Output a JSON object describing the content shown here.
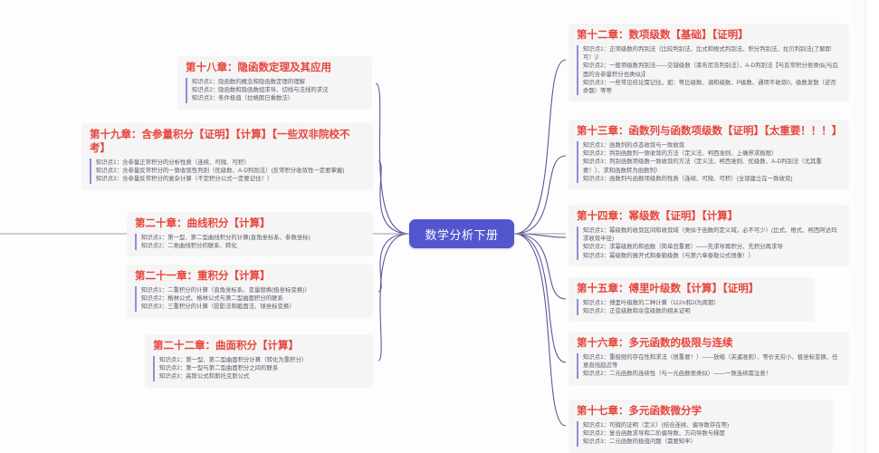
{
  "mindmap": {
    "center": {
      "label": "数学分析下册"
    },
    "theme": {
      "center_bg": "#5356cf",
      "center_text": "#ffffff",
      "card_bg": "#f5f5f5",
      "title_color": "#e8453c",
      "bullet_border": "#8e8fd0",
      "edge_color": "#5d55a0",
      "canvas_bg": "#fdfdfd"
    },
    "left_branches": [
      {
        "title": "第十八章：隐函数定理及其应用",
        "points": [
          "知识点1：隐函数的概念和隐函数定理的理解",
          "知识点2：隐函数和隐函数组求导、切线与法线的求法",
          "知识点3：条件极值（拉格朗日乘数法）"
        ]
      },
      {
        "title": "第十九章：含参量积分【证明】【计算】【一些双非院校不考】",
        "points": [
          "知识点1：含参量正常积分的分析性质（连续、可微、可积）",
          "知识点2：含参量反常积分的一致收敛性判别（优级数、A-D判别法）(反常积分收敛性一定要掌握)",
          "知识点3：含参量反常积分的复杂计算（不定积分公式一定要记住！）"
        ]
      },
      {
        "title": "第二十章：曲线积分【计算】",
        "points": [
          "知识点1：第一型、第二型曲线积分的计算(直角坐标系、参数坐标)",
          "知识点2：二类曲线积分的联系、转化"
        ]
      },
      {
        "title": "第二十一章：重积分【计算】",
        "points": [
          "知识点1：二重积分的计算（直角坐标系、变量替换(极坐标变换)）",
          "知识点2：格林公式、格林公式与第二型曲面积分的联系",
          "知识点3：三重积分的计算（投影法和截面法、球坐标变换）"
        ]
      },
      {
        "title": "第二十二章：曲面积分【计算】",
        "points": [
          "知识点1：第一型、第二型曲面积分计算（转化为重积分）",
          "知识点2：第一型与第二型曲面积分之间的联系",
          "知识点3：高斯公式和斯托克斯公式"
        ]
      }
    ],
    "right_branches": [
      {
        "title": "第十二章：数项级数【基础】【证明】",
        "points": [
          "知识点1：正项级数的判别法（比较判别法、比式和根式判别法、积分判别法、拉贝判别法(了解即可！)）",
          "知识点2：一般项级数判别法——交错级数（莱布尼茨判别法）、A-D判别法【与反常积分很类似(与后面的含参量积分也类似)】",
          "知识点3：一些常见结论需记住，如：等比级数、调和级数、P级数、通项不收敛0、级数发散（逆否命题）等等"
        ]
      },
      {
        "title": "第十三章：函数列与函数项级数【证明】【太重要！！！】",
        "points": [
          "知识点1：函数列的点态收敛与一致收敛",
          "知识点2：判别函数列一致收敛的方法（定义法、柯西准则、上确界求极限）",
          "知识点3：判别函数项级数一致收敛的方法（定义法、柯西准则、优级数、A-D判别法（尤其重要！）、求和函数转为函数列）",
          "知识点3：函数列与函数项级数的性质（连续、可微、可积）(全部建立在一致收敛)"
        ]
      },
      {
        "title": "第十四章：幂级数【证明】【计算】",
        "points": [
          "知识点1：幂级数的收敛区间和收敛域（类似于函数的定义域，必不可少）(比式、根式、柯西阿达玛求收敛半径)",
          "知识点2：求幂级数的和函数（简单且重要）——先求导再积分、先积分再求导",
          "知识点3：幂级数的展开式和泰勒级数（与第六章泰勒公式很像！）"
        ]
      },
      {
        "title": "第十五章：傅里叶级数【计算】【证明】",
        "points": [
          "知识点1：傅里叶级数的二种计算（以2π和2l为周期）",
          "知识点2：正弦级数和余弦级数的相关证明"
        ]
      },
      {
        "title": "第十六章：多元函数的极限与连续",
        "points": [
          "知识点1：重极限的存在性和求法（很重要！）——放缩（夹逼准则）、等价无穷小、极坐标变换、任意直线趋近等",
          "知识点2：二元函数的连续性（与一元函数很类似）——一致连续需注意！"
        ]
      },
      {
        "title": "第十七章：多元函数微分学",
        "points": [
          "知识点1：可微的证明（定义）(结合连续、偏导数存在等)",
          "知识点2：复合函数求导和二阶偏导数、方向导数与梯度",
          "知识点3：二元函数的极值问题（需要知牢）"
        ]
      }
    ]
  }
}
